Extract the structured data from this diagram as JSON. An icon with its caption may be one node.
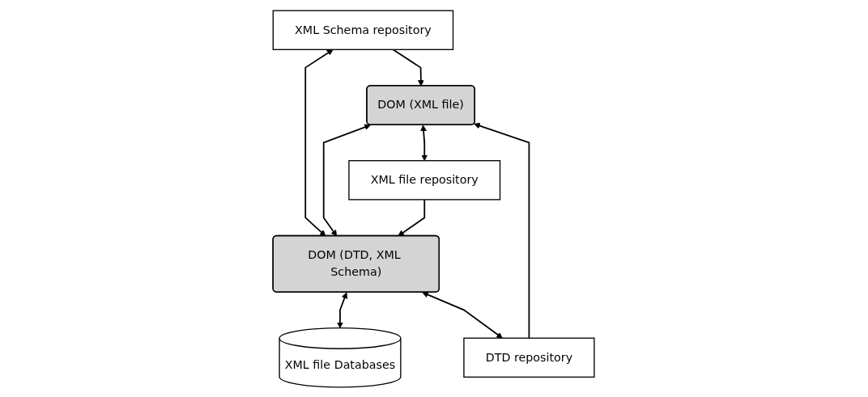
{
  "diagram": {
    "nodes": [
      {
        "text": [
          "XML Schema repository"
        ]
      },
      {
        "text": [
          "DOM (XML file)"
        ]
      },
      {
        "text": [
          "DOM (DTD, XML Schema)"
        ]
      },
      {
        "text": [
          "XML file Databases"
        ]
      },
      {
        "text": [
          "XML file repository"
        ]
      },
      {
        "text": [
          "DTD repository"
        ]
      }
    ],
    "edges": [
      {
        "from": 0,
        "to": 1,
        "arrow": "to"
      },
      {
        "from": 0,
        "to": 2,
        "arrow": "both"
      },
      {
        "from": 1,
        "to": 2,
        "arrow": "both"
      },
      {
        "from": 2,
        "to": 3,
        "arrow": "both"
      },
      {
        "from": 1,
        "to": 4,
        "arrow": "both"
      },
      {
        "from": 4,
        "to": 2,
        "arrow": "to"
      },
      {
        "from": 5,
        "to": 1,
        "arrow": "to"
      },
      {
        "from": 2,
        "to": 5,
        "arrow": "both"
      }
    ]
  }
}
